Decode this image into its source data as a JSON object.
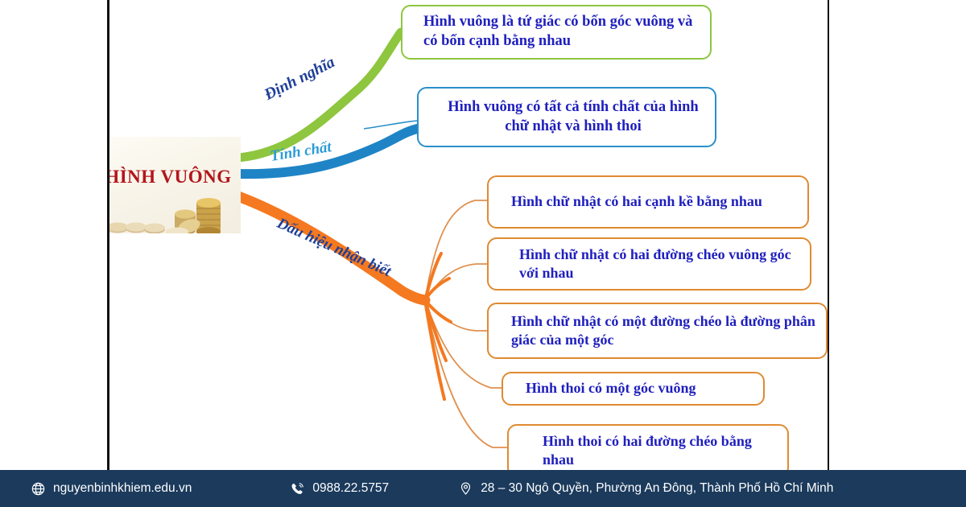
{
  "diagram": {
    "center": {
      "label": "HÌNH VUÔNG",
      "label_color": "#b3151c"
    },
    "branches": [
      {
        "id": "dinh-nghia",
        "label": "Định nghĩa",
        "color": "#8ec63f",
        "label_color": "#1f3f97",
        "nodes": [
          {
            "id": "dn-1",
            "text": "Hình vuông là tứ giác có bốn góc vuông và có bốn cạnh bằng nhau"
          }
        ]
      },
      {
        "id": "tinh-chat",
        "label": "Tính chất",
        "color": "#2a8fc9",
        "label_color": "#2b9bd6",
        "nodes": [
          {
            "id": "tc-1",
            "text": "Hình vuông có tất cả tính chất của hình chữ nhật và hình thoi"
          }
        ]
      },
      {
        "id": "dau-hieu-nhan-biet",
        "label": "Dấu hiệu nhận biết",
        "color": "#f47920",
        "label_color": "#1f3f97",
        "nodes": [
          {
            "id": "dh-1",
            "text": "Hình chữ nhật có hai cạnh kề bằng nhau"
          },
          {
            "id": "dh-2",
            "text": "Hình chữ nhật có hai đường chéo vuông góc với nhau"
          },
          {
            "id": "dh-3",
            "text": "Hình chữ nhật có một đường chéo là đường phân giác của một góc"
          },
          {
            "id": "dh-4",
            "text": "Hình thoi có một góc vuông"
          },
          {
            "id": "dh-5",
            "text": "Hình thoi có hai đường chéo bằng nhau"
          }
        ]
      }
    ],
    "node_text_color": "#1f1fbe"
  },
  "footer": {
    "background": "#1b3a5c",
    "text_color": "#ffffff",
    "website": "nguyenbinhkhiem.edu.vn",
    "phone": "0988.22.5757",
    "address": "28 – 30 Ngô Quyền, Phường An Đông, Thành Phố Hồ Chí Minh",
    "icons": {
      "website": "globe-icon",
      "phone": "phone-ringing-icon",
      "address": "map-pin-icon"
    }
  }
}
